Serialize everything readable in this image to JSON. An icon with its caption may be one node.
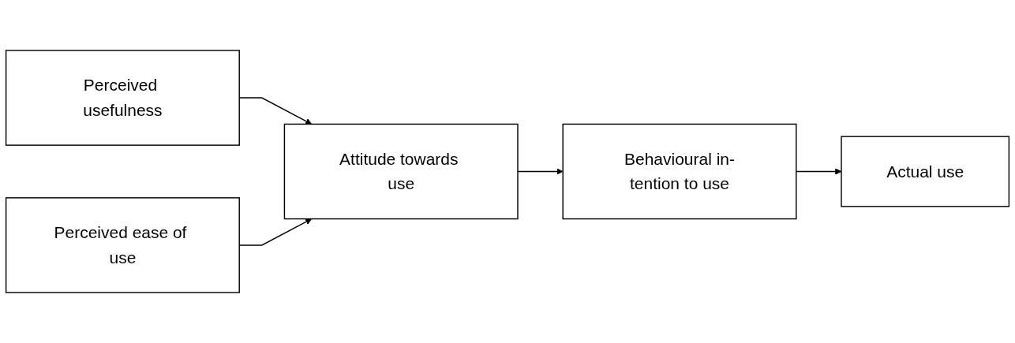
{
  "diagram": {
    "nodes": [
      {
        "text": [
          "Perceived usefulness"
        ]
      },
      {
        "text": [
          "Perceived ease of use"
        ]
      },
      {
        "text": [
          "Attitude towards use"
        ]
      },
      {
        "text": [
          "Behavioural in-tention to use"
        ]
      },
      {
        "text": [
          "Actual use"
        ]
      }
    ],
    "edges": [
      {
        "from": 0,
        "to": 2,
        "arrow": "to"
      },
      {
        "from": 1,
        "to": 2,
        "arrow": "to"
      },
      {
        "from": 2,
        "to": 3,
        "arrow": "to"
      },
      {
        "from": 3,
        "to": 4,
        "arrow": "to"
      }
    ]
  }
}
